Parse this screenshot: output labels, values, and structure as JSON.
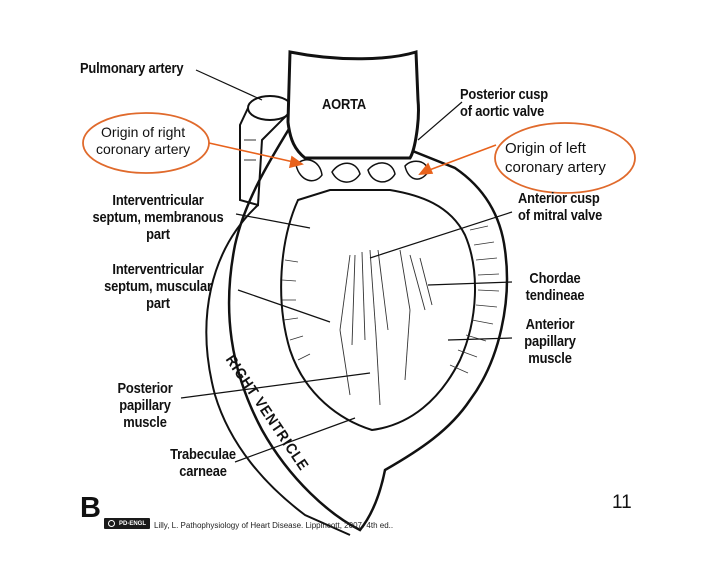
{
  "labels": {
    "pulmonary_artery": "Pulmonary artery",
    "aorta": "AORTA",
    "posterior_cusp": "Posterior cusp\nof aortic valve",
    "origin_right": "Origin of right\ncoronary artery",
    "origin_left": "Origin of left\ncoronary artery",
    "iv_septum_membranous": "Interventricular\nseptum, membranous\npart",
    "anterior_cusp": "Anterior cusp\nof mitral valve",
    "iv_septum_muscular": "Interventricular\nseptum, muscular\npart",
    "chordae": "Chordae\ntendineae",
    "anterior_papillary": "Anterior\npapillary\nmuscle",
    "right_ventricle": "RIGHT VENTRICLE",
    "posterior_papillary": "Posterior\npapillary\nmuscle",
    "trabeculae": "Trabeculae\ncarneae",
    "panel_letter": "B"
  },
  "footer": {
    "badge": "PD-ENGL",
    "citation": "Lilly, L. Pathophysiology of Heart Disease. Lippincott, 2007. 4th ed..",
    "page_number": "11"
  },
  "colors": {
    "callout_outline": "#e06a2c",
    "arrow": "#e8621c",
    "line": "#111111"
  }
}
